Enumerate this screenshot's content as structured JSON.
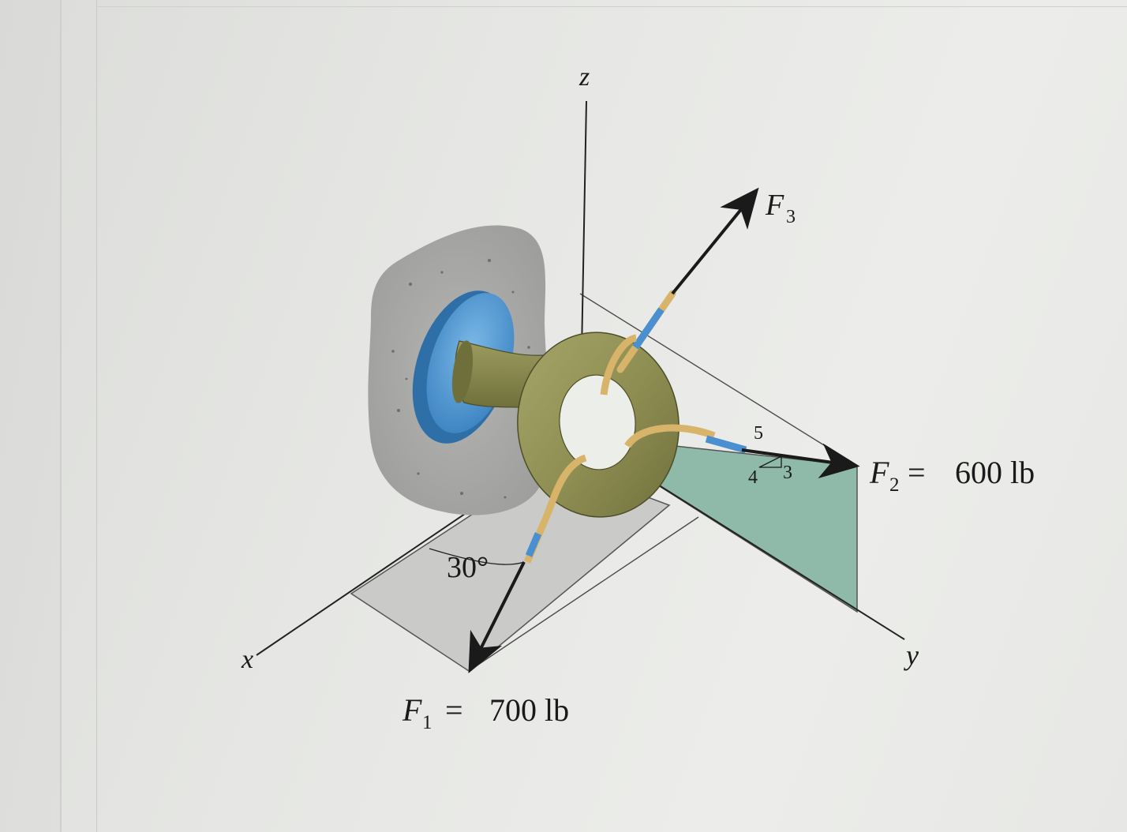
{
  "axes": {
    "x_label": "x",
    "y_label": "y",
    "z_label": "z"
  },
  "forces": {
    "f1": {
      "symbol": "F",
      "subscript": "1",
      "equals": "=",
      "value": "700 lb"
    },
    "f2": {
      "symbol": "F",
      "subscript": "2",
      "equals": "=",
      "value": "600 lb"
    },
    "f3": {
      "symbol": "F",
      "subscript": "3"
    }
  },
  "angle": {
    "label": "30°"
  },
  "slope_triangle": {
    "hyp": "5",
    "adj": "4",
    "opp": "3"
  },
  "colors": {
    "wall": "#a9a9a7",
    "plate": "#5fa3d8",
    "ring": "#8f8f55",
    "rope": "#d8b46a",
    "green_plane": "#8ab5a5",
    "gray_plane": "#c9cac8"
  }
}
